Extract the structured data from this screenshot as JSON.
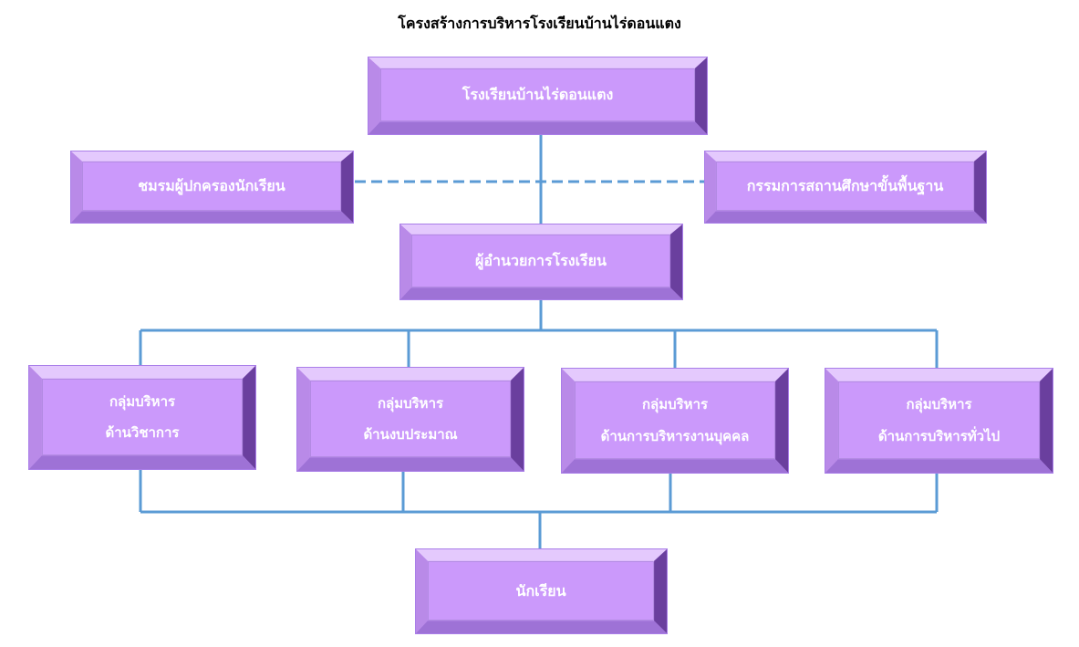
{
  "title": "โครงสร้างการบริหารโรงเรียนบ้านไร่ดอนแตง",
  "colors": {
    "box_face": "#cb99fb",
    "bevel_light": "#e4c9fd",
    "bevel_mid": "#b98ae8",
    "bevel_dark": "#9e72d6",
    "bevel_side": "#6a3f9e",
    "connector": "#5b9bd5",
    "text": "#ffffff"
  },
  "nodes": {
    "school": "โรงเรียนบ้านไร่ดอนแตง",
    "parents_club": "ชมรมผู้ปกครองนักเรียน",
    "board": "กรรมการสถานศึกษาขั้นพื้นฐาน",
    "director": "ผู้อำนวยการโรงเรียน",
    "group_academic": {
      "line1": "กลุ่มบริหาร",
      "line2": "ด้านวิชาการ"
    },
    "group_budget": {
      "line1": "กลุ่มบริหาร",
      "line2": "ด้านงบประมาณ"
    },
    "group_personnel": {
      "line1": "กลุ่มบริหาร",
      "line2": "ด้านการบริหารงานบุคคล"
    },
    "group_general": {
      "line1": "กลุ่มบริหาร",
      "line2": "ด้านการบริหารทั่วไป"
    },
    "students": "นักเรียน"
  }
}
